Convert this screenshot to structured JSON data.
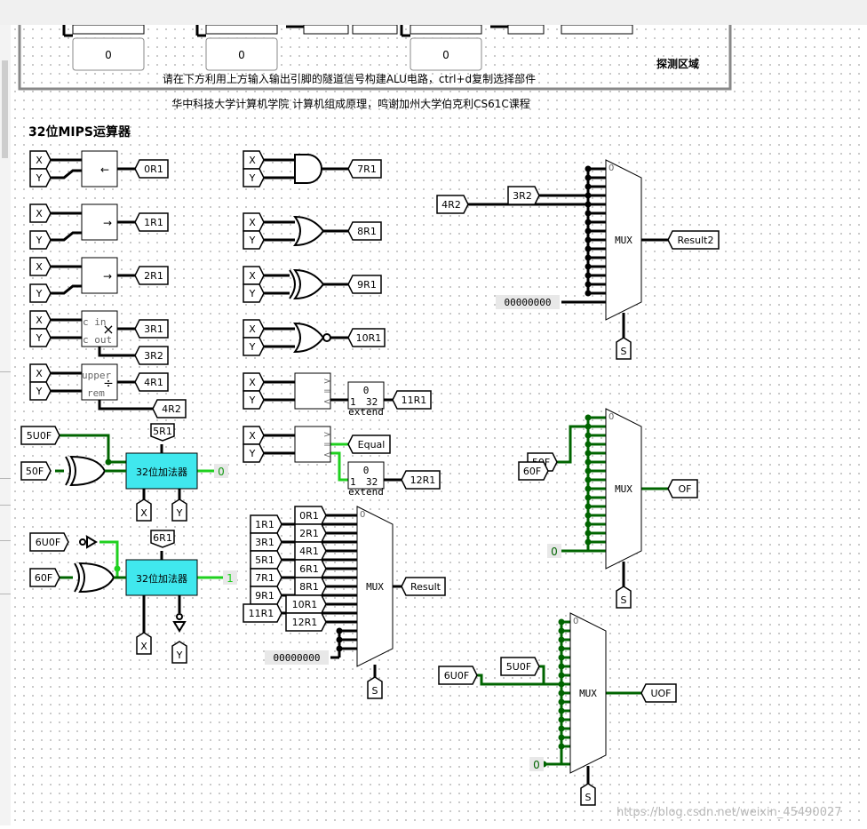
{
  "tunnel_values": [
    "0",
    "0",
    "0"
  ],
  "probe_area_label": "探测区域",
  "instruction": "请在下方利用上方输入输出引脚的隧道信号构建ALU电路，ctrl+d复制选择部件",
  "credit": "华中科技大学计算机学院 计算机组成原理，鸣谢加州大学伯克利CS61C课程",
  "circuit_title": "32位MIPS运算器",
  "tunnels": {
    "x": "X",
    "y": "Y",
    "s": "S",
    "r0": "0R1",
    "r1": "1R1",
    "r2": "2R1",
    "r3": "3R1",
    "r3b": "3R2",
    "r4": "4R1",
    "r4b": "4R2",
    "r5": "5R1",
    "r6": "6R1",
    "r7": "7R1",
    "r8": "8R1",
    "r9": "9R1",
    "r10": "10R1",
    "r11": "11R1",
    "r12": "12R1",
    "equal": "Equal",
    "u5": "5U0F",
    "o5": "50F",
    "u6": "6U0F",
    "o6": "60F",
    "result": "Result",
    "result2": "Result2",
    "of": "OF",
    "uof": "UOF"
  },
  "component_text": {
    "shift_left": "←",
    "shift_right_logical": "→",
    "shift_right_arith": "→",
    "mul_cin": "c in",
    "mul_cout": "c out",
    "mul_symbol": "×",
    "div_upper": "upper",
    "div_rem": "rem",
    "div_symbol": "÷",
    "cmp_gt": ">",
    "cmp_eq": "=",
    "cmp_lt": "<",
    "ext_in": "1",
    "ext_out": "32",
    "ext_zero": "0",
    "ext_label": "extend",
    "adder_label": "32位加法器",
    "mux_label": "MUX",
    "mux_sel0": "0"
  },
  "constants": {
    "adder1_cin": "0",
    "adder2_cin": "1",
    "zero_bus": "00000000",
    "of_const": "0",
    "uof_const": "0"
  },
  "watermark": "https://blog.csdn.net/weixin_45490027",
  "colors": {
    "wire": "#000000",
    "active_wire": "#006400",
    "bright_wire": "#1fd01f",
    "adder_fill": "#40e8ee",
    "frame": "#808080"
  }
}
